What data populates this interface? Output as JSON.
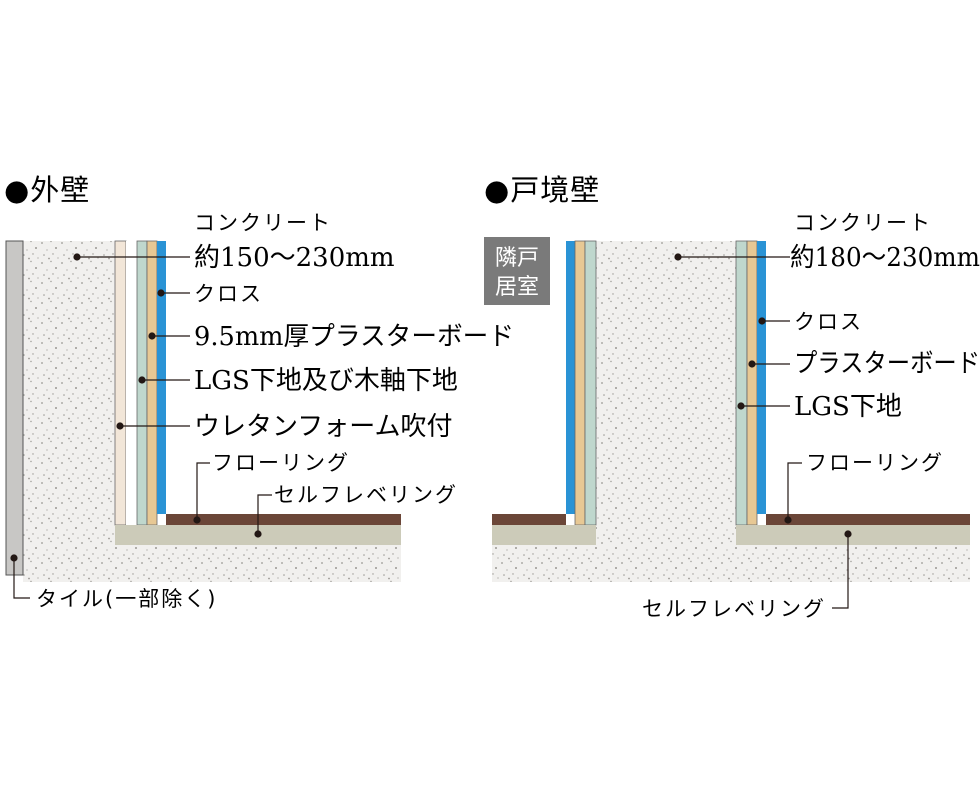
{
  "exterior": {
    "title": "●外壁",
    "concrete_label": "コンクリート",
    "concrete_thickness": "約150〜230mm",
    "cross": "クロス",
    "plasterboard": "9.5mm厚プラスターボード",
    "lgs": "LGS下地及び木軸下地",
    "urethane": "ウレタンフォーム吹付",
    "flooring": "フローリング",
    "self_leveling": "セルフレベリング",
    "tile": "タイル(一部除く)"
  },
  "partition": {
    "title": "●戸境壁",
    "neighbor_line1": "隣戸",
    "neighbor_line2": "居室",
    "concrete_label": "コンクリート",
    "concrete_thickness": "約180〜230mm",
    "cross": "クロス",
    "plasterboard": "プラスターボード",
    "lgs": "LGS下地",
    "flooring": "フローリング",
    "self_leveling": "セルフレベリング"
  },
  "colors": {
    "concrete": "#f1f0ee",
    "speckle": "#9a9893",
    "tile": "#c8c7c5",
    "urethane": "#f2e6d8",
    "lgs": "#bfd7cd",
    "board": "#e7c894",
    "cross": "#2a93d5",
    "flooring": "#6b4638",
    "leveling": "#cccbb9",
    "badge": "#7a7a7a"
  }
}
